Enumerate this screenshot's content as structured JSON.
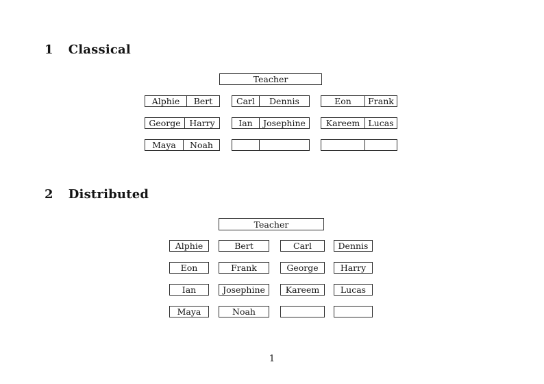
{
  "colors": {
    "background": "#ffffff",
    "border": "#2e2e2e",
    "text": "#141414"
  },
  "sections": [
    {
      "number": "1",
      "title": "Classical",
      "teacher_label": "Teacher",
      "desk_rows": [
        [
          [
            "Alphie",
            "Bert"
          ],
          [
            "Carl",
            "Dennis"
          ],
          [
            "Eon",
            "Frank"
          ]
        ],
        [
          [
            "George",
            "Harry"
          ],
          [
            "Ian",
            "Josephine"
          ],
          [
            "Kareem",
            "Lucas"
          ]
        ],
        [
          [
            "Maya",
            "Noah"
          ],
          [
            "",
            ""
          ],
          [
            "",
            ""
          ]
        ]
      ]
    },
    {
      "number": "2",
      "title": "Distributed",
      "teacher_label": "Teacher",
      "desk_rows": [
        [
          "Alphie",
          "Bert",
          "Carl",
          "Dennis"
        ],
        [
          "Eon",
          "Frank",
          "George",
          "Harry"
        ],
        [
          "Ian",
          "Josephine",
          "Kareem",
          "Lucas"
        ],
        [
          "Maya",
          "Noah",
          "",
          ""
        ]
      ]
    }
  ],
  "footer": {
    "page_number": "1"
  }
}
